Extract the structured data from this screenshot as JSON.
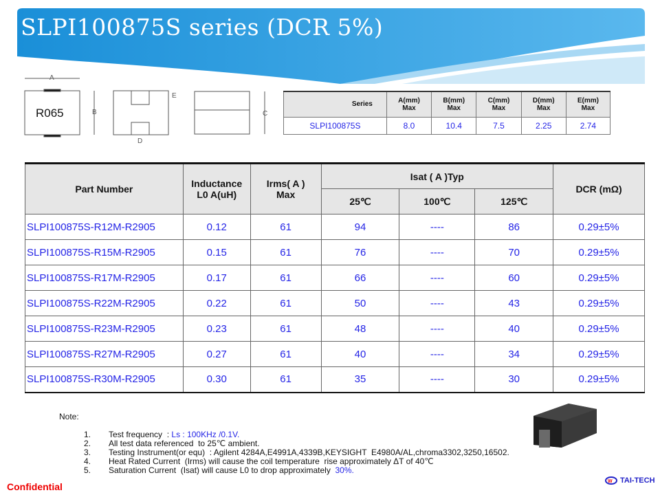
{
  "title": "SLPI100875S series (DCR 5%)",
  "drawing": {
    "marking": "R065",
    "labels": [
      "A",
      "B",
      "C",
      "D",
      "E"
    ]
  },
  "dim_table": {
    "headers": [
      "Series",
      "A(mm)\nMax",
      "B(mm)\nMax",
      "C(mm)\nMax",
      "D(mm)\nMax",
      "E(mm)\nMax"
    ],
    "row": [
      "SLPI100875S",
      "8.0",
      "10.4",
      "7.5",
      "2.25",
      "2.74"
    ]
  },
  "spec_table": {
    "headers": {
      "part": "Part Number",
      "ind1": "Inductance",
      "ind2": "L0 A(uH)",
      "irms1": "Irms( A )",
      "irms2": "Max",
      "isat": "Isat ( A )Typ",
      "t25": "25℃",
      "t100": "100℃",
      "t125": "125℃",
      "dcr": "DCR (mΩ)"
    },
    "rows": [
      [
        "SLPI100875S-R12M-R2905",
        "0.12",
        "61",
        "94",
        "----",
        "86",
        "0.29±5%"
      ],
      [
        "SLPI100875S-R15M-R2905",
        "0.15",
        "61",
        "76",
        "----",
        "70",
        "0.29±5%"
      ],
      [
        "SLPI100875S-R17M-R2905",
        "0.17",
        "61",
        "66",
        "----",
        "60",
        "0.29±5%"
      ],
      [
        "SLPI100875S-R22M-R2905",
        "0.22",
        "61",
        "50",
        "----",
        "43",
        "0.29±5%"
      ],
      [
        "SLPI100875S-R23M-R2905",
        "0.23",
        "61",
        "48",
        "----",
        "40",
        "0.29±5%"
      ],
      [
        "SLPI100875S-R27M-R2905",
        "0.27",
        "61",
        "40",
        "----",
        "34",
        "0.29±5%"
      ],
      [
        "SLPI100875S-R30M-R2905",
        "0.30",
        "61",
        "35",
        "----",
        "30",
        "0.29±5%"
      ]
    ]
  },
  "note_label": "Note:",
  "notes": [
    {
      "n": "1.",
      "text": "Test frequency  : ",
      "hl": "Ls : 100KHz /0.1V."
    },
    {
      "n": "2.",
      "text": "All test data referenced  to 25℃ ambient.",
      "hl": ""
    },
    {
      "n": "3.",
      "text": "Testing Instrument(or equ)  : Agilent 4284A,E4991A,4339B,KEYSIGHT  E4980A/AL,chroma3302,3250,16502.",
      "hl": ""
    },
    {
      "n": "4.",
      "text": "Heat Rated Current  (Irms) will cause the coil temperature  rise approximately ΔT of 40℃",
      "hl": ""
    },
    {
      "n": "5.",
      "text": "Saturation Current  (Isat) will cause L0 to drop approximately  ",
      "hl": "30%."
    }
  ],
  "footer": {
    "confidential": "Confidential",
    "logo": "TAI-TECH"
  }
}
